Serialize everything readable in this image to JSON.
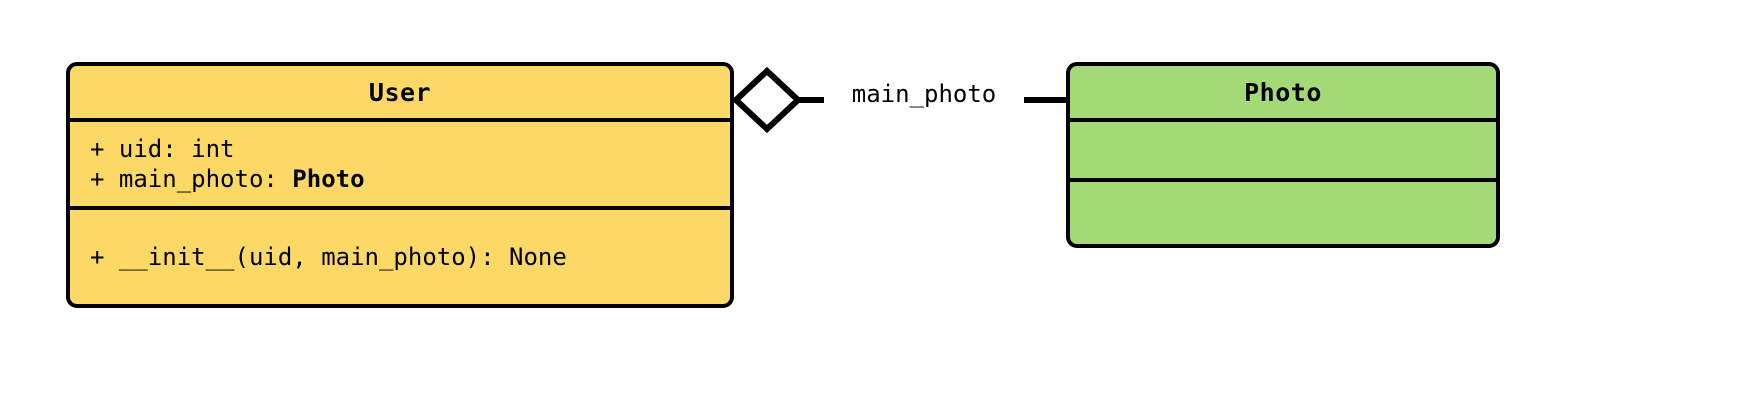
{
  "diagram": {
    "type": "uml-class-diagram",
    "background_color": "#ffffff",
    "classes": [
      {
        "id": "user",
        "name": "User",
        "fill_color": "#FCD966",
        "border_color": "#000000",
        "attributes": [
          {
            "text": "+ uid: int"
          },
          {
            "prefix": "+ main_photo: ",
            "type_ref": "Photo"
          }
        ],
        "operations": [
          {
            "text": "+ __init__(uid, main_photo): None"
          }
        ]
      },
      {
        "id": "photo",
        "name": "Photo",
        "fill_color": "#A3D977",
        "border_color": "#000000",
        "attributes": [],
        "operations": []
      }
    ],
    "relationships": [
      {
        "id": "user-photo-aggregation",
        "kind": "aggregation",
        "label": "main_photo",
        "source": "User",
        "target": "Photo",
        "diamond_fill": "#ffffff",
        "line_color": "#000000"
      }
    ]
  }
}
